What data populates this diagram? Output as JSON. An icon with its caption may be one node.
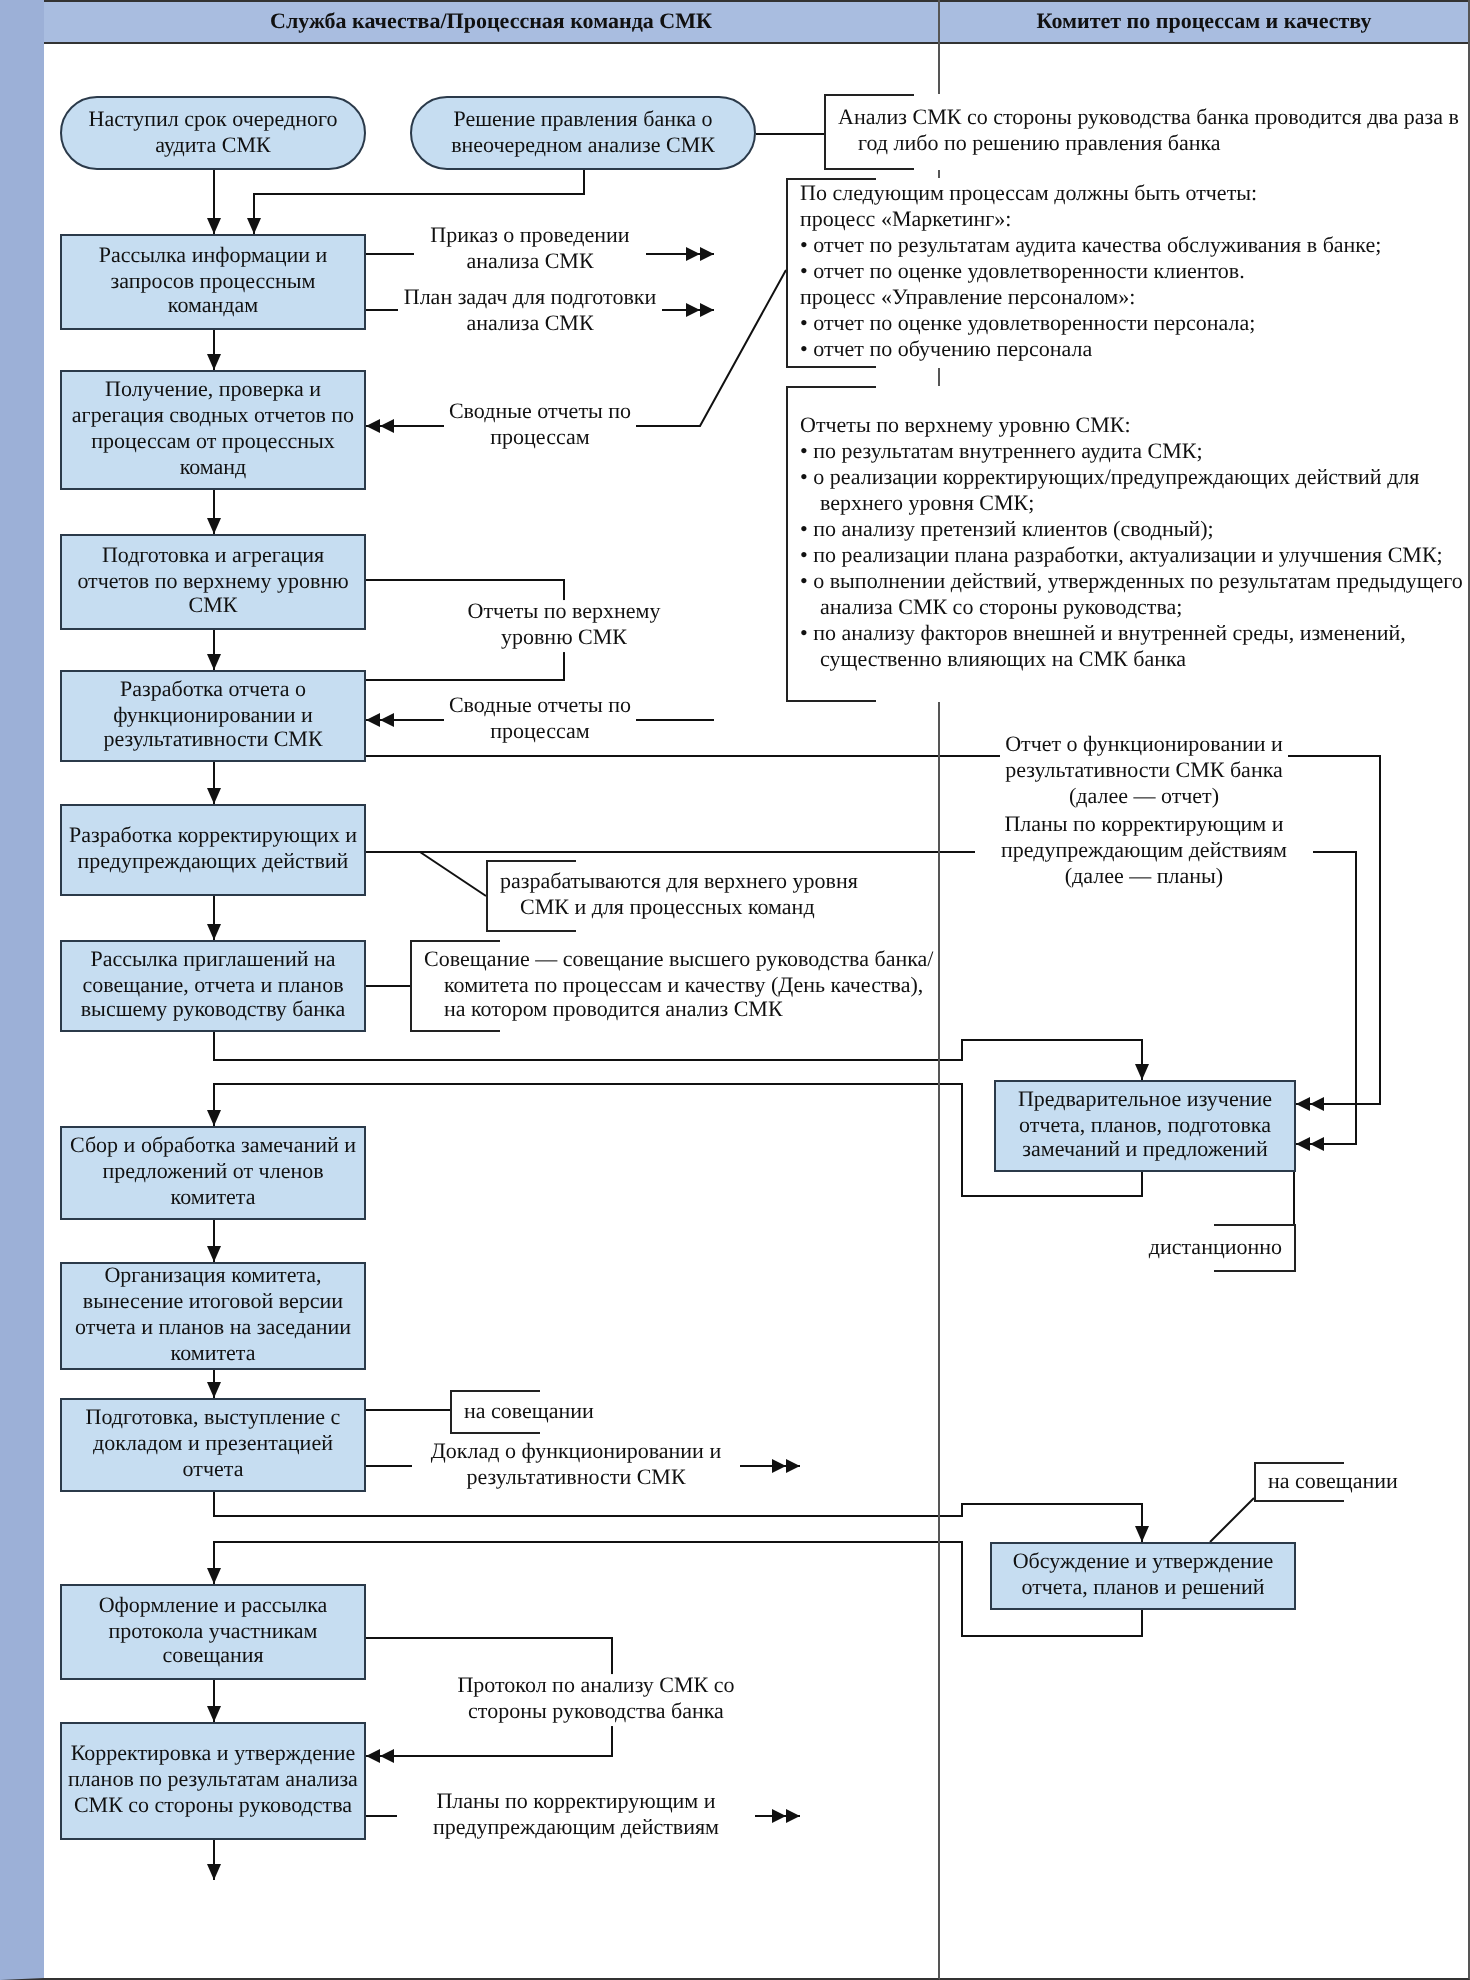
{
  "diagram": {
    "nodes": [
      {
        "text": [
          "Служба качества/Процессная команда СМК"
        ]
      },
      {
        "text": [
          "Комитет по процессам и качеству"
        ]
      },
      {
        "text": [
          "Наступил срок очередного аудита СМК"
        ],
        "in": 0
      },
      {
        "text": [
          "Решение правления банка о внеочередном анализе СМК"
        ],
        "in": 0
      },
      {
        "text": [
          "Анализ СМК со стороны руководства банка проводится два раза в год либо по решению правления банка"
        ]
      },
      {
        "text": [
          "Рассылка информации и запросов процессным командам"
        ],
        "in": 0
      },
      {
        "text": [
          "По следующим процессам должны быть отчеты:",
          "процесс «Маркетинг»:",
          "• отчет по результатам аудита качества обслуживания в банке;",
          "• отчет по оценке удовлетворенности клиентов.",
          "процесс «Управление персоналом»:",
          "• отчет по оценке удовлетворенности персонала;",
          "• отчет по обучению персонала"
        ]
      },
      {
        "text": [
          "Получение, проверка и агрегация сводных отчетов по процессам от процессных команд"
        ],
        "in": 0
      },
      {
        "text": [
          "Отчеты по верхнему уровню СМК:",
          "• по результатам внутреннего аудита СМК;",
          "• о реализации корректирующих/предупреждающих действий для верхнего уровня СМК;",
          "• по анализу претензий клиентов (сводный);",
          "• по реализации плана разработки, актуализации и улучшения СМК;",
          "• о выполнении действий, утвержденных по результатам предыдущего анализа СМК со стороны руководства;",
          "• по анализу факторов внешней и внутренней среды, изменений, существенно влияющих на СМК банка"
        ]
      },
      {
        "text": [
          "Подготовка и агрегация отчетов по верхнему уровню СМК"
        ],
        "in": 0
      },
      {
        "text": [
          "Разработка отчета о функционировании и результативности СМК"
        ],
        "in": 0
      },
      {
        "text": [
          "Разработка корректирующих и предупреждающих действий"
        ],
        "in": 0
      },
      {
        "text": [
          "разрабатываются для верхнего уровня СМК и для процессных команд"
        ],
        "in": 0
      },
      {
        "text": [
          "Рассылка приглашений на совещание, отчета и планов высшему руководству банка"
        ],
        "in": 0
      },
      {
        "text": [
          "Совещание — совещание высшего руководства банка/комитета по процессам и качеству (День качества), на котором проводится анализ СМК"
        ],
        "in": 0
      },
      {
        "text": [
          "Предварительное изучение отчета, планов, подготовка замечаний и предложений"
        ],
        "in": 1
      },
      {
        "text": [
          "Сбор и обработка замечаний и предложений от членов комитета"
        ],
        "in": 0
      },
      {
        "text": [
          "дистанционно"
        ],
        "in": 1
      },
      {
        "text": [
          "Организация комитета, вынесение итоговой версии отчета и планов на заседании комитета"
        ],
        "in": 0
      },
      {
        "text": [
          "Подготовка, выступление с докладом и презентацией отчета"
        ],
        "in": 0
      },
      {
        "text": [
          "на совещании"
        ],
        "in": 0
      },
      {
        "text": [
          "Обсуждение и утверждение отчета, планов и решений"
        ],
        "in": 1
      },
      {
        "text": [
          "на совещании"
        ],
        "in": 1
      },
      {
        "text": [
          "Оформление и рассылка протокола участникам совещания"
        ],
        "in": 0
      },
      {
        "text": [
          "Корректировка и утверждение планов по результатам анализа СМК со стороны руководства"
        ],
        "in": 0
      }
    ],
    "edges": [
      {
        "from": 2,
        "to": 5,
        "arrow": "to"
      },
      {
        "from": 3,
        "to": 5,
        "arrow": "to"
      },
      {
        "from": 3,
        "to": 4,
        "arrow": "none"
      },
      {
        "from": 5,
        "to": null,
        "arrow": "to",
        "label": "Приказ о проведении анализа СМК"
      },
      {
        "from": 5,
        "to": null,
        "arrow": "to",
        "label": "План задач для подготовки анализа СМК"
      },
      {
        "from": 5,
        "to": 7,
        "arrow": "to"
      },
      {
        "from": 6,
        "to": 7,
        "arrow": "to",
        "label": "Сводные отчеты по процессам"
      },
      {
        "from": 7,
        "to": 9,
        "arrow": "to"
      },
      {
        "from": 9,
        "to": 10,
        "arrow": "none",
        "label": "Отчеты по верхнему уровню СМК"
      },
      {
        "from": 9,
        "to": 10,
        "arrow": "to"
      },
      {
        "from": null,
        "to": 10,
        "arrow": "to",
        "label": "Сводные отчеты по процессам"
      },
      {
        "from": 10,
        "to": 15,
        "arrow": "to",
        "label": "Отчет о функционировании и результативности СМК банка (далее — отчет)"
      },
      {
        "from": 10,
        "to": 11,
        "arrow": "to"
      },
      {
        "from": 11,
        "to": 15,
        "arrow": "to",
        "label": "Планы по корректирующим и предупреждающим действиям (далее — планы)"
      },
      {
        "from": 12,
        "to": null,
        "arrow": "none"
      },
      {
        "from": 11,
        "to": 13,
        "arrow": "to"
      },
      {
        "from": 13,
        "to": 14,
        "arrow": "none"
      },
      {
        "from": 13,
        "to": 15,
        "arrow": "to"
      },
      {
        "from": 15,
        "to": 16,
        "arrow": "to"
      },
      {
        "from": 17,
        "to": 15,
        "arrow": "none"
      },
      {
        "from": 16,
        "to": 18,
        "arrow": "to"
      },
      {
        "from": 18,
        "to": 19,
        "arrow": "to"
      },
      {
        "from": 19,
        "to": 20,
        "arrow": "none"
      },
      {
        "from": 19,
        "to": null,
        "arrow": "to",
        "label": "Доклад о функционировании и результативности СМК"
      },
      {
        "from": 19,
        "to": 21,
        "arrow": "to"
      },
      {
        "from": 22,
        "to": 21,
        "arrow": "none"
      },
      {
        "from": 21,
        "to": 23,
        "arrow": "to"
      },
      {
        "from": 23,
        "to": 24,
        "arrow": "to",
        "label": "Протокол по анализу СМК со стороны руководства банка"
      },
      {
        "from": 23,
        "to": 24,
        "arrow": "to"
      },
      {
        "from": 24,
        "to": null,
        "arrow": "to",
        "label": "Планы по корректирующим и предупреждающим действиям"
      },
      {
        "from": 24,
        "to": null,
        "arrow": "to"
      }
    ]
  }
}
